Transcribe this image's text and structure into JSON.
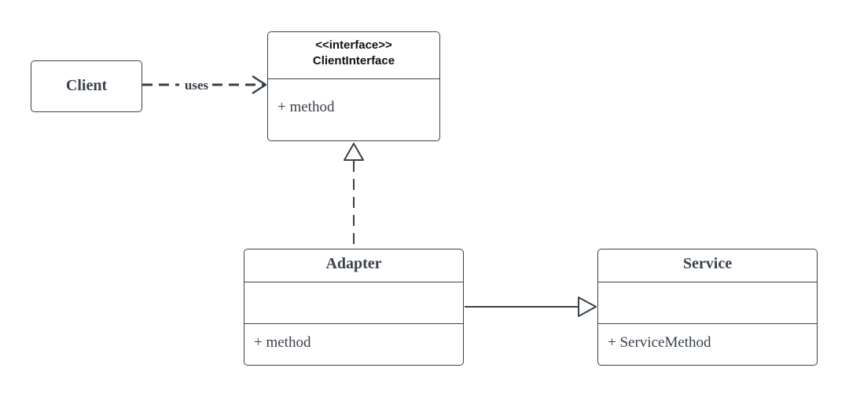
{
  "client": {
    "name": "Client"
  },
  "client_interface": {
    "stereotype": "<<interface>>",
    "name": "ClientInterface",
    "methods": [
      "+ method"
    ]
  },
  "adapter": {
    "name": "Adapter",
    "methods": [
      "+ method"
    ]
  },
  "service": {
    "name": "Service",
    "methods": [
      "+ ServiceMethod"
    ]
  },
  "relations": {
    "uses_label": "uses"
  },
  "colors": {
    "stroke": "#3a414a",
    "background": "#ffffff"
  }
}
